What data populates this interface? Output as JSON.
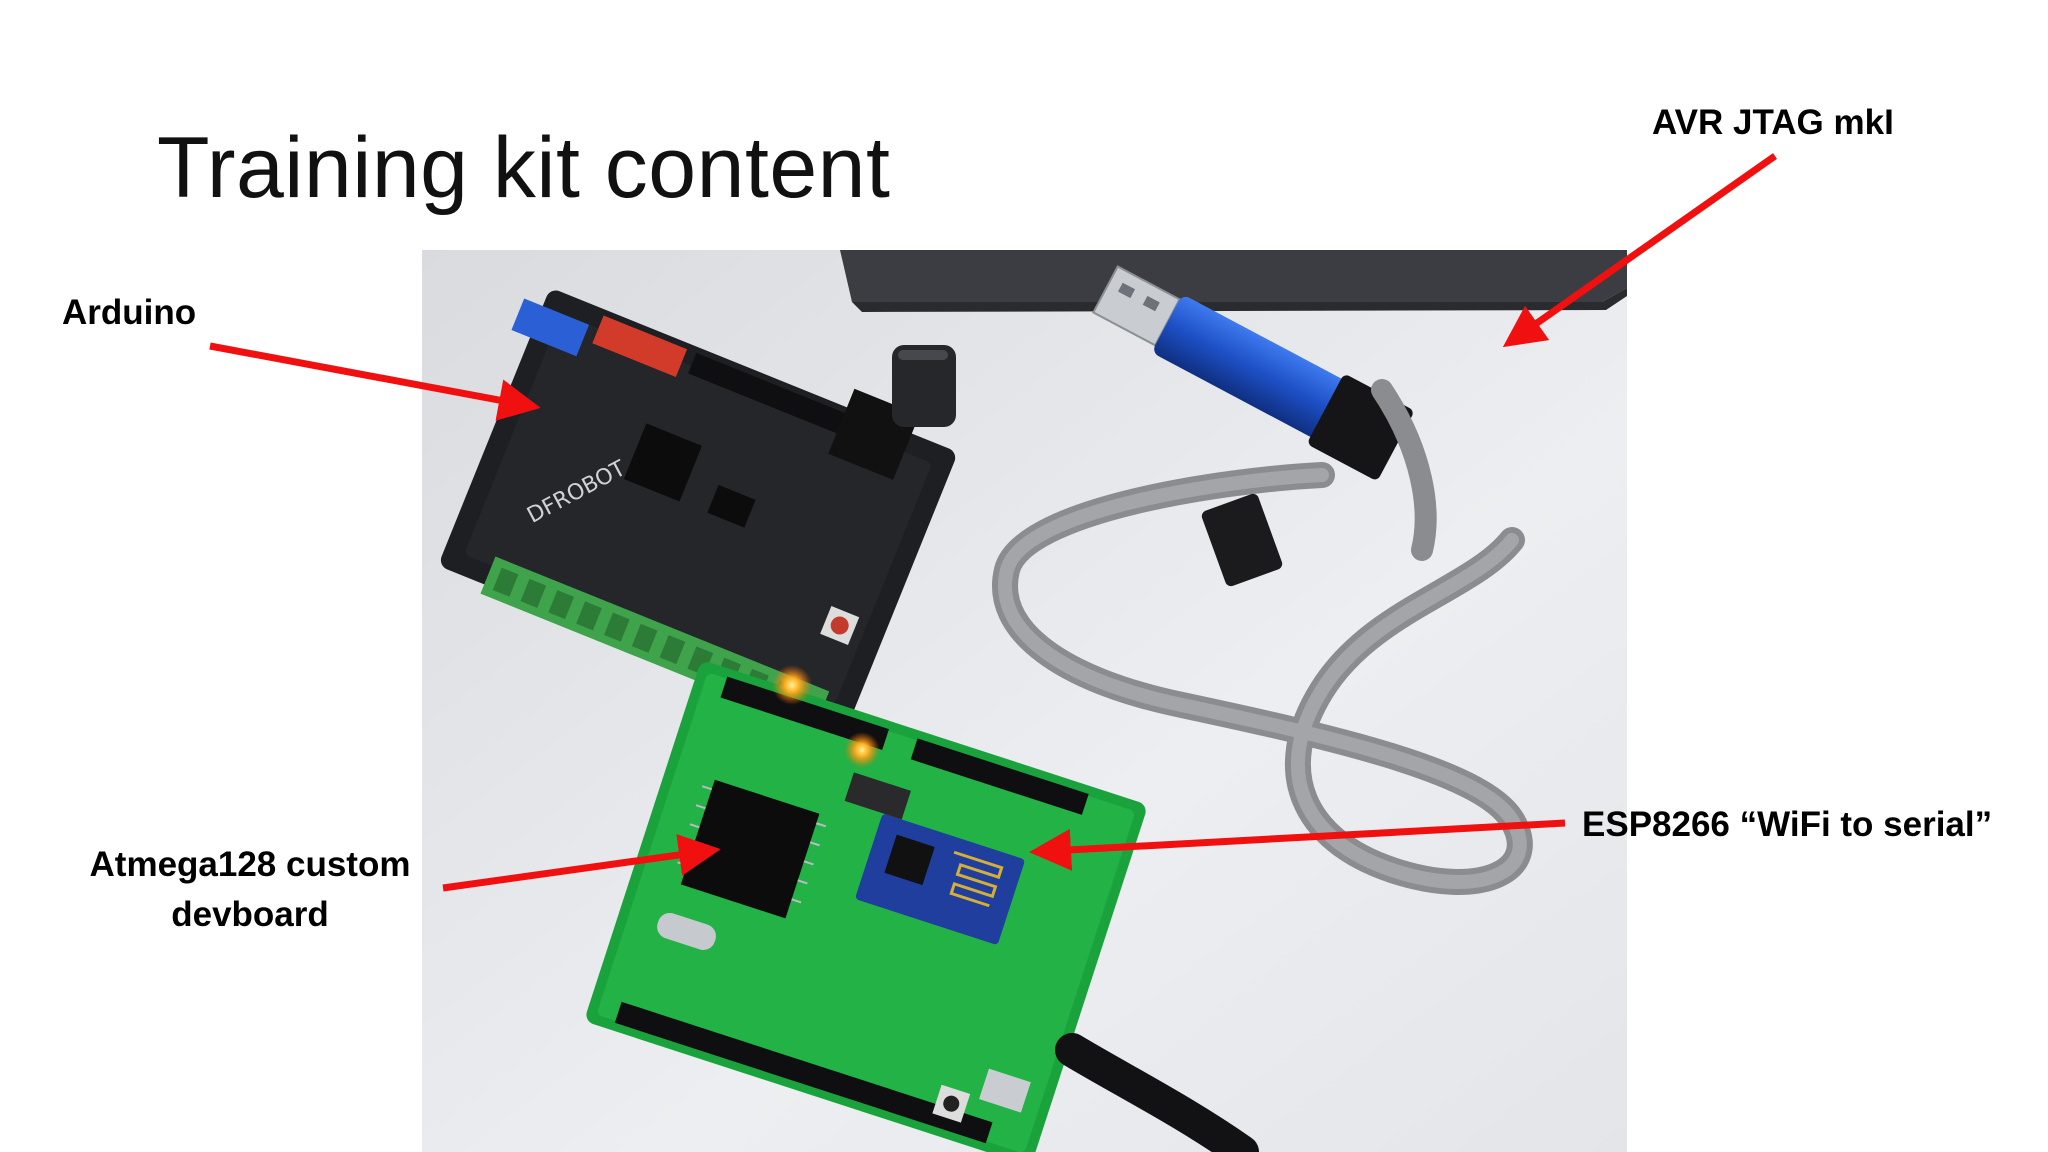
{
  "slide": {
    "title": "Training kit content"
  },
  "labels": {
    "arduino": "Arduino",
    "avr": "AVR JTAG mkI",
    "atmega_line1": "Atmega128 custom",
    "atmega_line2": "devboard",
    "esp": "ESP8266 “WiFi to serial”"
  },
  "colors": {
    "arrow": "#f01010",
    "green_board": "#1aa33c",
    "black_board": "#1e1f22",
    "jtag_blue": "#1d4fc4"
  }
}
